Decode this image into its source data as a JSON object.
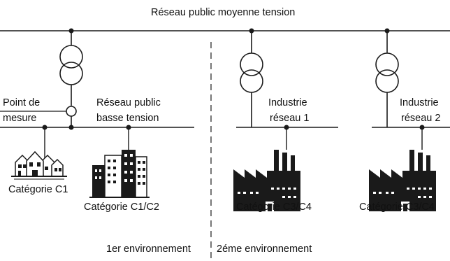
{
  "title": "Réseau public moyenne tension",
  "measure_point": {
    "line1": "Point de",
    "line2": "mesure"
  },
  "low_voltage": {
    "line1": "Réseau public",
    "line2": "basse tension"
  },
  "industry1": {
    "line1": "Industrie",
    "line2": "réseau 1"
  },
  "industry2": {
    "line1": "Industrie",
    "line2": "réseau 2"
  },
  "categories": {
    "c1": "Catégorie C1",
    "c1c2": "Catégorie C1/C2",
    "c3c4_a": "Catégorie C3/C4",
    "c3c4_b": "Catégorie C3/C4"
  },
  "environments": {
    "first": "1er environnement",
    "second": "2éme environnement"
  },
  "icons": [
    "transformer-icon",
    "houses-icon",
    "buildings-icon",
    "factory-icon"
  ],
  "colors": {
    "line": "#1a1a1a",
    "background": "#ffffff"
  }
}
